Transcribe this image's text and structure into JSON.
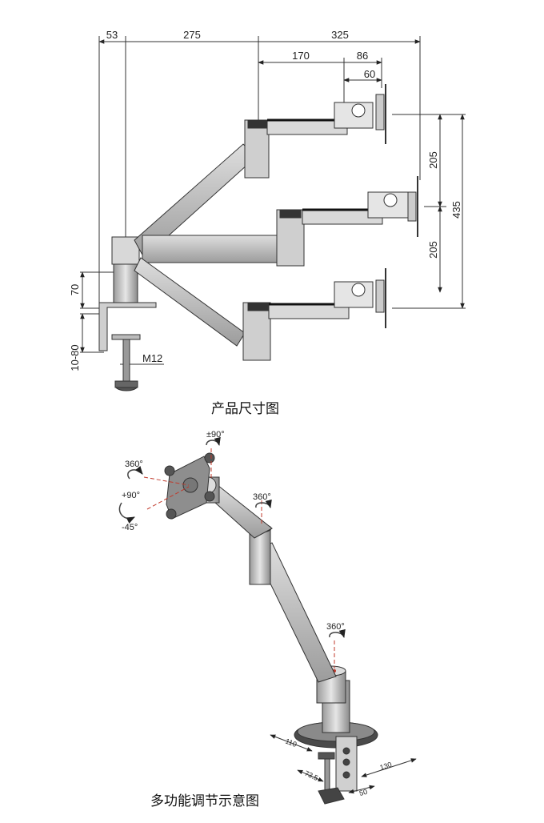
{
  "top_diagram": {
    "caption": "产品尺寸图",
    "dims": {
      "d53": "53",
      "d275": "275",
      "d325": "325",
      "d170": "170",
      "d86": "86",
      "d60": "60",
      "d205_top": "205",
      "d205_bottom": "205",
      "d435": "435",
      "d70": "70",
      "d10_80": "10-80",
      "m12": "M12"
    }
  },
  "bottom_diagram": {
    "caption": "多功能调节示意图",
    "rotations": {
      "tilt": "±90°",
      "rotate": "360°",
      "swivel_pos": "+90°",
      "swivel_neg": "-45°",
      "joint": "360°",
      "base": "360°"
    },
    "base_dims": {
      "d110": "110",
      "d73_5": "73.5",
      "d130": "130",
      "d50": "50"
    }
  }
}
